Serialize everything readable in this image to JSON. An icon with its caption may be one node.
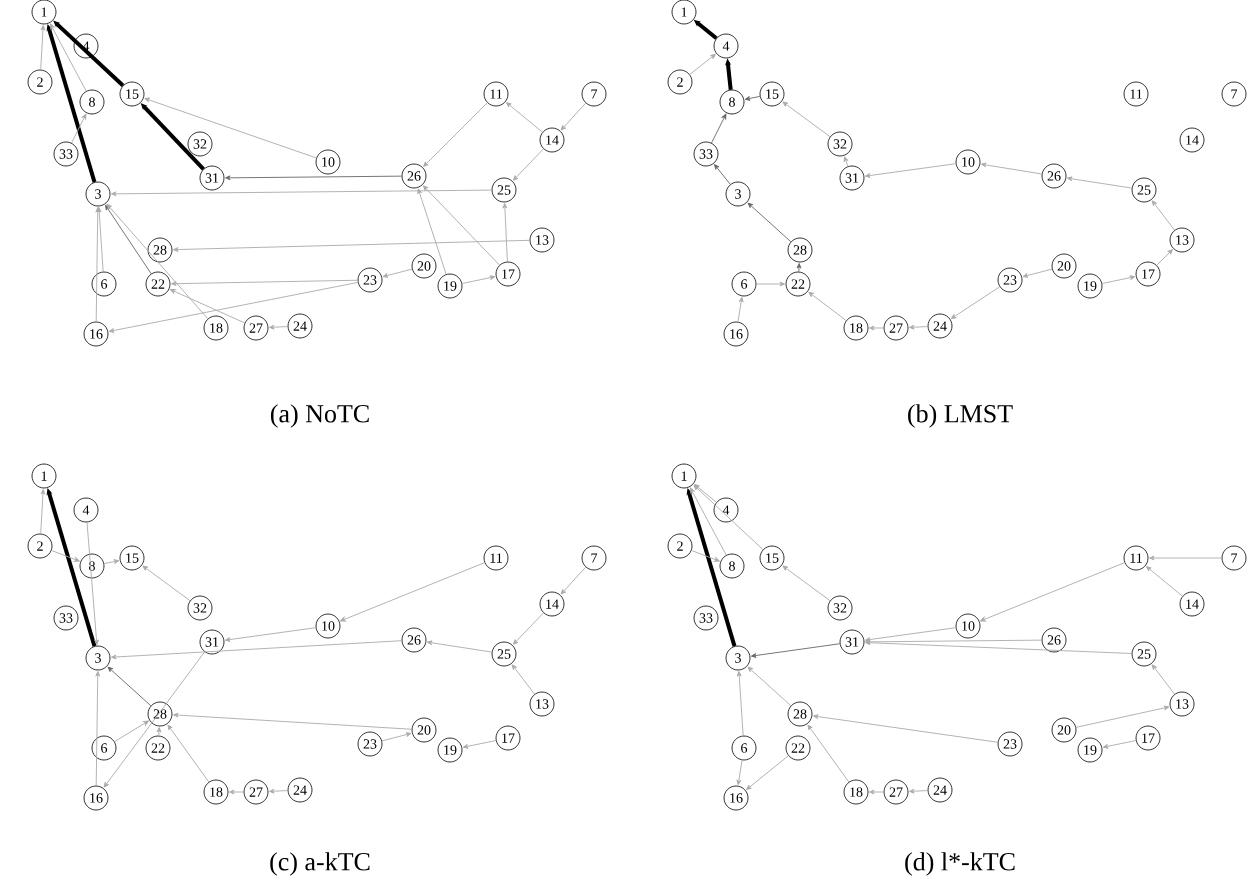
{
  "diagram": {
    "nodes": [
      {
        "text": [
          "1"
        ]
      },
      {
        "text": [
          "4"
        ]
      },
      {
        "text": [
          "2"
        ]
      },
      {
        "text": [
          "8"
        ]
      },
      {
        "text": [
          "15"
        ]
      },
      {
        "text": [
          "11"
        ]
      },
      {
        "text": [
          "7"
        ]
      },
      {
        "text": [
          "14"
        ]
      },
      {
        "text": [
          "33"
        ]
      },
      {
        "text": [
          "32"
        ]
      },
      {
        "text": [
          "10"
        ]
      },
      {
        "text": [
          "31"
        ]
      },
      {
        "text": [
          "26"
        ]
      },
      {
        "text": [
          "3"
        ]
      },
      {
        "text": [
          "25"
        ]
      },
      {
        "text": [
          "28"
        ]
      },
      {
        "text": [
          "13"
        ]
      },
      {
        "text": [
          "6"
        ]
      },
      {
        "text": [
          "22"
        ]
      },
      {
        "text": [
          "23"
        ]
      },
      {
        "text": [
          "20"
        ]
      },
      {
        "text": [
          "19"
        ]
      },
      {
        "text": [
          "17"
        ]
      },
      {
        "text": [
          "16"
        ]
      },
      {
        "text": [
          "18"
        ]
      },
      {
        "text": [
          "27"
        ]
      },
      {
        "text": [
          "24"
        ]
      },
      {
        "text": [
          "1"
        ]
      },
      {
        "text": [
          "4"
        ]
      },
      {
        "text": [
          "2"
        ]
      },
      {
        "text": [
          "8"
        ]
      },
      {
        "text": [
          "15"
        ]
      },
      {
        "text": [
          "11"
        ]
      },
      {
        "text": [
          "7"
        ]
      },
      {
        "text": [
          "14"
        ]
      },
      {
        "text": [
          "33"
        ]
      },
      {
        "text": [
          "32"
        ]
      },
      {
        "text": [
          "10"
        ]
      },
      {
        "text": [
          "31"
        ]
      },
      {
        "text": [
          "26"
        ]
      },
      {
        "text": [
          "3"
        ]
      },
      {
        "text": [
          "25"
        ]
      },
      {
        "text": [
          "28"
        ]
      },
      {
        "text": [
          "13"
        ]
      },
      {
        "text": [
          "6"
        ]
      },
      {
        "text": [
          "22"
        ]
      },
      {
        "text": [
          "23"
        ]
      },
      {
        "text": [
          "20"
        ]
      },
      {
        "text": [
          "19"
        ]
      },
      {
        "text": [
          "17"
        ]
      },
      {
        "text": [
          "16"
        ]
      },
      {
        "text": [
          "18"
        ]
      },
      {
        "text": [
          "27"
        ]
      },
      {
        "text": [
          "24"
        ]
      },
      {
        "text": [
          "1"
        ]
      },
      {
        "text": [
          "4"
        ]
      },
      {
        "text": [
          "2"
        ]
      },
      {
        "text": [
          "8"
        ]
      },
      {
        "text": [
          "15"
        ]
      },
      {
        "text": [
          "11"
        ]
      },
      {
        "text": [
          "7"
        ]
      },
      {
        "text": [
          "14"
        ]
      },
      {
        "text": [
          "33"
        ]
      },
      {
        "text": [
          "32"
        ]
      },
      {
        "text": [
          "10"
        ]
      },
      {
        "text": [
          "31"
        ]
      },
      {
        "text": [
          "26"
        ]
      },
      {
        "text": [
          "3"
        ]
      },
      {
        "text": [
          "25"
        ]
      },
      {
        "text": [
          "28"
        ]
      },
      {
        "text": [
          "13"
        ]
      },
      {
        "text": [
          "6"
        ]
      },
      {
        "text": [
          "22"
        ]
      },
      {
        "text": [
          "23"
        ]
      },
      {
        "text": [
          "20"
        ]
      },
      {
        "text": [
          "19"
        ]
      },
      {
        "text": [
          "17"
        ]
      },
      {
        "text": [
          "16"
        ]
      },
      {
        "text": [
          "18"
        ]
      },
      {
        "text": [
          "27"
        ]
      },
      {
        "text": [
          "24"
        ]
      },
      {
        "text": [
          "1"
        ]
      },
      {
        "text": [
          "4"
        ]
      },
      {
        "text": [
          "2"
        ]
      },
      {
        "text": [
          "8"
        ]
      },
      {
        "text": [
          "15"
        ]
      },
      {
        "text": [
          "11"
        ]
      },
      {
        "text": [
          "7"
        ]
      },
      {
        "text": [
          "14"
        ]
      },
      {
        "text": [
          "33"
        ]
      },
      {
        "text": [
          "32"
        ]
      },
      {
        "text": [
          "10"
        ]
      },
      {
        "text": [
          "31"
        ]
      },
      {
        "text": [
          "26"
        ]
      },
      {
        "text": [
          "3"
        ]
      },
      {
        "text": [
          "25"
        ]
      },
      {
        "text": [
          "28"
        ]
      },
      {
        "text": [
          "13"
        ]
      },
      {
        "text": [
          "6"
        ]
      },
      {
        "text": [
          "22"
        ]
      },
      {
        "text": [
          "23"
        ]
      },
      {
        "text": [
          "20"
        ]
      },
      {
        "text": [
          "19"
        ]
      },
      {
        "text": [
          "17"
        ]
      },
      {
        "text": [
          "16"
        ]
      },
      {
        "text": [
          "18"
        ]
      },
      {
        "text": [
          "27"
        ]
      },
      {
        "text": [
          "24"
        ]
      }
    ],
    "edges": [
      {
        "from": 4,
        "to": 0,
        "arrow": "to",
        "style": "thick",
        "color": "#000000"
      },
      {
        "from": 13,
        "to": 0,
        "arrow": "to",
        "style": "thick",
        "color": "#000000"
      },
      {
        "from": 11,
        "to": 4,
        "arrow": "to",
        "style": "thick",
        "color": "#000000"
      },
      {
        "from": 3,
        "to": 0,
        "arrow": "to"
      },
      {
        "from": 2,
        "to": 0,
        "arrow": "to"
      },
      {
        "from": 8,
        "to": 3,
        "arrow": "to"
      },
      {
        "from": 10,
        "to": 4,
        "arrow": "to"
      },
      {
        "from": 12,
        "to": 11,
        "arrow": "to",
        "color": "#666666"
      },
      {
        "from": 14,
        "to": 13,
        "arrow": "to"
      },
      {
        "from": 5,
        "to": 12,
        "arrow": "to"
      },
      {
        "from": 7,
        "to": 5,
        "arrow": "to"
      },
      {
        "from": 6,
        "to": 7,
        "arrow": "to"
      },
      {
        "from": 7,
        "to": 14,
        "arrow": "to"
      },
      {
        "from": 22,
        "to": 14,
        "arrow": "to"
      },
      {
        "from": 22,
        "to": 12,
        "arrow": "to"
      },
      {
        "from": 21,
        "to": 12,
        "arrow": "to"
      },
      {
        "from": 21,
        "to": 22,
        "arrow": "to"
      },
      {
        "from": 16,
        "to": 15,
        "arrow": "to"
      },
      {
        "from": 23,
        "to": 13,
        "arrow": "to"
      },
      {
        "from": 17,
        "to": 13,
        "arrow": "to"
      },
      {
        "from": 18,
        "to": 13,
        "arrow": "to",
        "color": "#666666"
      },
      {
        "from": 24,
        "to": 13,
        "arrow": "to"
      },
      {
        "from": 25,
        "to": 18,
        "arrow": "to"
      },
      {
        "from": 19,
        "to": 18,
        "arrow": "to"
      },
      {
        "from": 19,
        "to": 23,
        "arrow": "to"
      },
      {
        "from": 20,
        "to": 19,
        "arrow": "to"
      },
      {
        "from": 26,
        "to": 25,
        "arrow": "to"
      },
      {
        "from": 28,
        "to": 27,
        "arrow": "to",
        "style": "thick",
        "color": "#000000"
      },
      {
        "from": 30,
        "to": 28,
        "arrow": "to",
        "style": "thick",
        "color": "#000000"
      },
      {
        "from": 29,
        "to": 28,
        "arrow": "to"
      },
      {
        "from": 31,
        "to": 30,
        "arrow": "to",
        "color": "#666666"
      },
      {
        "from": 35,
        "to": 30,
        "arrow": "to",
        "color": "#666666"
      },
      {
        "from": 40,
        "to": 35,
        "arrow": "to",
        "color": "#666666"
      },
      {
        "from": 42,
        "to": 40,
        "arrow": "to",
        "color": "#666666"
      },
      {
        "from": 45,
        "to": 42,
        "arrow": "to",
        "color": "#666666"
      },
      {
        "from": 44,
        "to": 45,
        "arrow": "to"
      },
      {
        "from": 50,
        "to": 44,
        "arrow": "to"
      },
      {
        "from": 51,
        "to": 45,
        "arrow": "to"
      },
      {
        "from": 52,
        "to": 51,
        "arrow": "to"
      },
      {
        "from": 53,
        "to": 52,
        "arrow": "to"
      },
      {
        "from": 46,
        "to": 53,
        "arrow": "to"
      },
      {
        "from": 47,
        "to": 46,
        "arrow": "to"
      },
      {
        "from": 48,
        "to": 49,
        "arrow": "to"
      },
      {
        "from": 49,
        "to": 43,
        "arrow": "to"
      },
      {
        "from": 43,
        "to": 41,
        "arrow": "to"
      },
      {
        "from": 41,
        "to": 39,
        "arrow": "to"
      },
      {
        "from": 39,
        "to": 37,
        "arrow": "to"
      },
      {
        "from": 37,
        "to": 38,
        "arrow": "to"
      },
      {
        "from": 38,
        "to": 36,
        "arrow": "to"
      },
      {
        "from": 36,
        "to": 31,
        "arrow": "to"
      },
      {
        "from": 67,
        "to": 54,
        "arrow": "to",
        "style": "thick",
        "color": "#000000"
      },
      {
        "from": 56,
        "to": 54,
        "arrow": "to"
      },
      {
        "from": 56,
        "to": 57,
        "arrow": "to"
      },
      {
        "from": 55,
        "to": 67,
        "arrow": "to"
      },
      {
        "from": 57,
        "to": 58,
        "arrow": "to"
      },
      {
        "from": 63,
        "to": 58,
        "arrow": "to"
      },
      {
        "from": 59,
        "to": 64,
        "arrow": "to"
      },
      {
        "from": 64,
        "to": 65,
        "arrow": "to"
      },
      {
        "from": 66,
        "to": 67,
        "arrow": "to"
      },
      {
        "from": 68,
        "to": 66,
        "arrow": "to"
      },
      {
        "from": 60,
        "to": 61,
        "arrow": "to"
      },
      {
        "from": 61,
        "to": 68,
        "arrow": "to"
      },
      {
        "from": 70,
        "to": 68,
        "arrow": "to"
      },
      {
        "from": 69,
        "to": 67,
        "arrow": "to",
        "color": "#666666"
      },
      {
        "from": 65,
        "to": 77,
        "arrow": "to"
      },
      {
        "from": 71,
        "to": 69,
        "arrow": "to"
      },
      {
        "from": 77,
        "to": 67,
        "arrow": "to"
      },
      {
        "from": 72,
        "to": 69,
        "arrow": "to"
      },
      {
        "from": 74,
        "to": 69,
        "arrow": "to"
      },
      {
        "from": 73,
        "to": 74,
        "arrow": "to"
      },
      {
        "from": 76,
        "to": 75,
        "arrow": "to"
      },
      {
        "from": 78,
        "to": 69,
        "arrow": "to"
      },
      {
        "from": 79,
        "to": 78,
        "arrow": "to"
      },
      {
        "from": 80,
        "to": 79,
        "arrow": "to"
      },
      {
        "from": 94,
        "to": 81,
        "arrow": "to",
        "style": "thick",
        "color": "#000000"
      },
      {
        "from": 82,
        "to": 81,
        "arrow": "to"
      },
      {
        "from": 84,
        "to": 81,
        "arrow": "to"
      },
      {
        "from": 83,
        "to": 84,
        "arrow": "to"
      },
      {
        "from": 85,
        "to": 81,
        "arrow": "to"
      },
      {
        "from": 90,
        "to": 85,
        "arrow": "to"
      },
      {
        "from": 92,
        "to": 94,
        "arrow": "to",
        "color": "#666666"
      },
      {
        "from": 91,
        "to": 92,
        "arrow": "to"
      },
      {
        "from": 93,
        "to": 92,
        "arrow": "to"
      },
      {
        "from": 95,
        "to": 92,
        "arrow": "to"
      },
      {
        "from": 86,
        "to": 91,
        "arrow": "to"
      },
      {
        "from": 87,
        "to": 86,
        "arrow": "to"
      },
      {
        "from": 88,
        "to": 86,
        "arrow": "to"
      },
      {
        "from": 97,
        "to": 95,
        "arrow": "to"
      },
      {
        "from": 101,
        "to": 97,
        "arrow": "to"
      },
      {
        "from": 103,
        "to": 102,
        "arrow": "to"
      },
      {
        "from": 96,
        "to": 94,
        "arrow": "to"
      },
      {
        "from": 100,
        "to": 96,
        "arrow": "to"
      },
      {
        "from": 105,
        "to": 96,
        "arrow": "to"
      },
      {
        "from": 98,
        "to": 94,
        "arrow": "to"
      },
      {
        "from": 98,
        "to": 104,
        "arrow": "to"
      },
      {
        "from": 99,
        "to": 104,
        "arrow": "to"
      },
      {
        "from": 106,
        "to": 105,
        "arrow": "to"
      },
      {
        "from": 107,
        "to": 106,
        "arrow": "to"
      }
    ],
    "labels": [
      "(a) NoTC",
      "(b) LMST",
      "(c) a-kTC",
      "(d) l*-kTC"
    ]
  }
}
